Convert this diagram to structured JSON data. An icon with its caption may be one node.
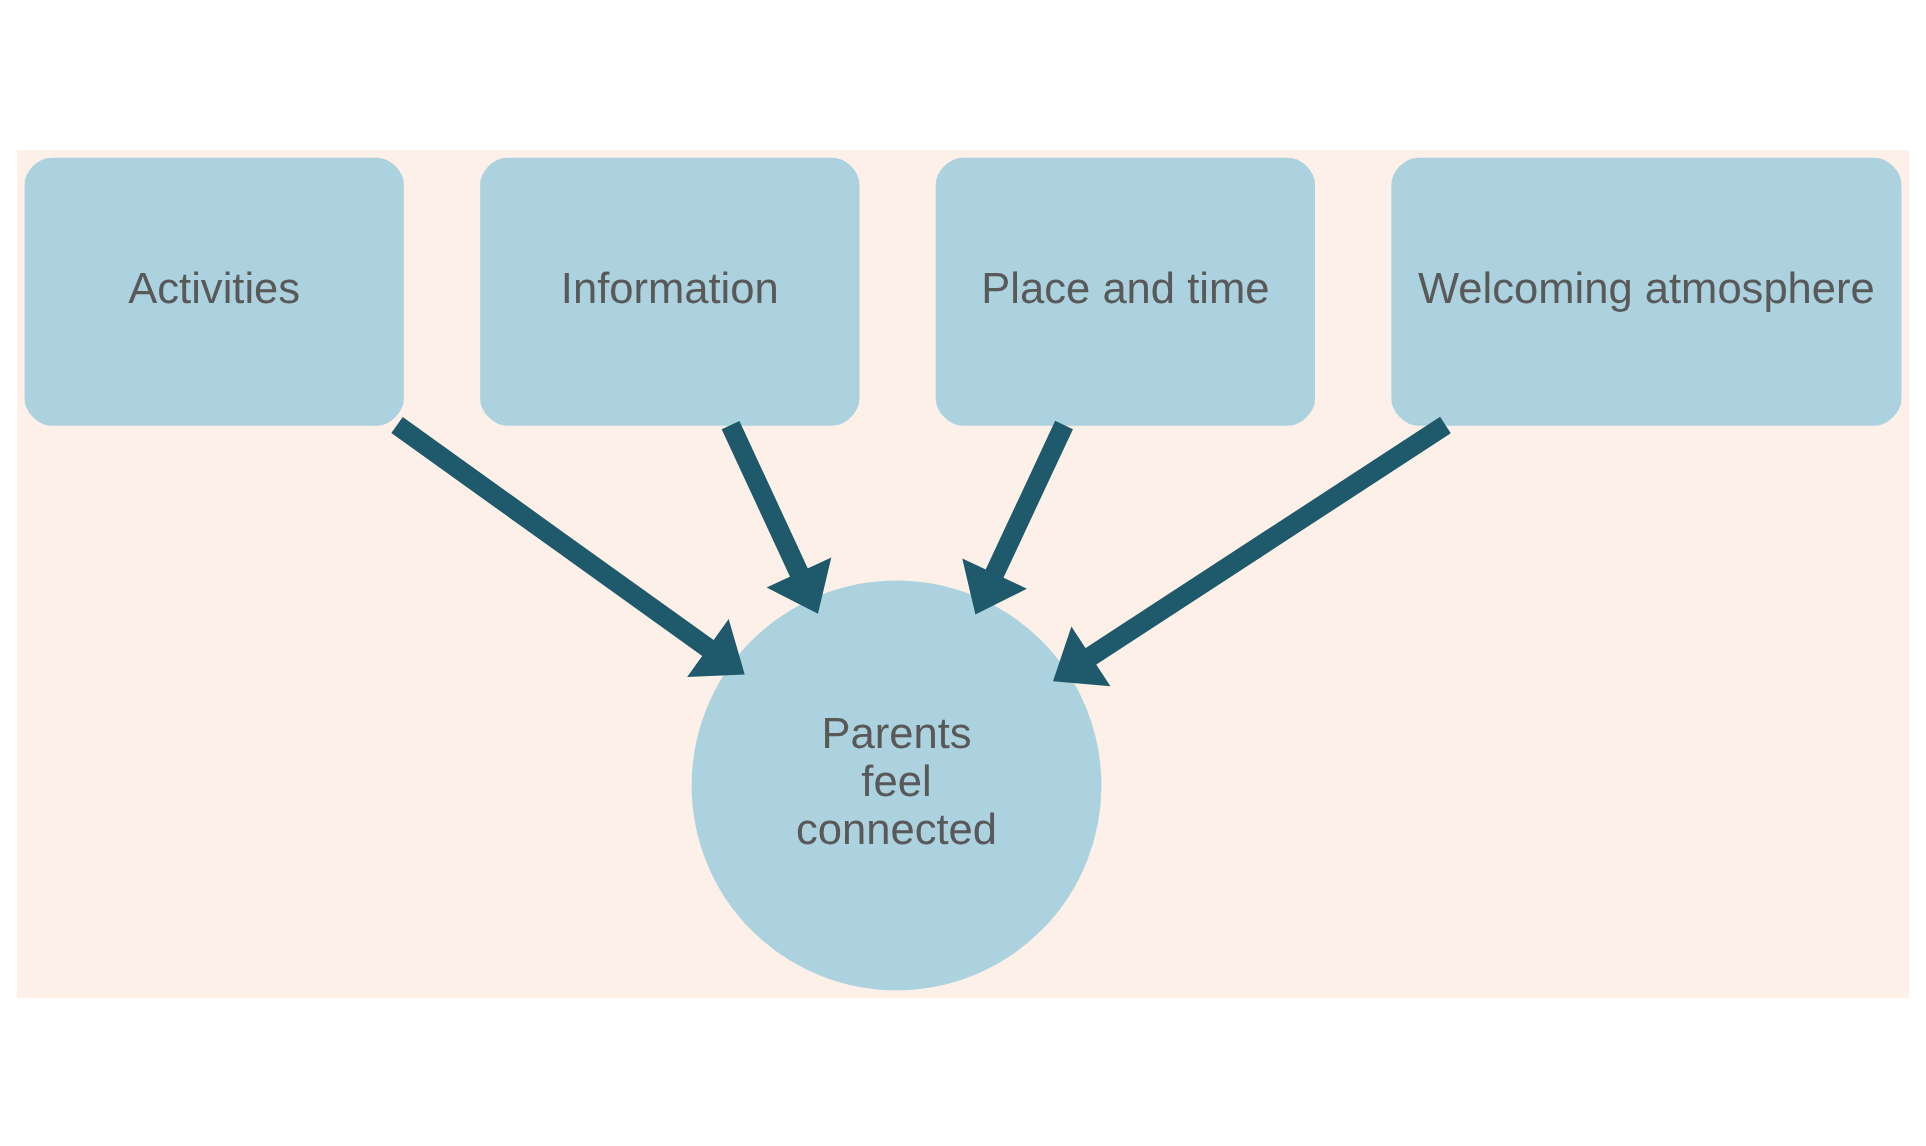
{
  "diagram": {
    "nodes": [
      {
        "text": [
          "Information"
        ]
      },
      {
        "text": [
          "Place and time"
        ]
      },
      {
        "text": [
          "Activities"
        ]
      },
      {
        "text": [
          "Welcoming atmosphere"
        ]
      },
      {
        "text": [
          "Parents feel connected"
        ]
      }
    ],
    "edges": [
      {
        "from": 0,
        "to": 4,
        "arrow": "to"
      },
      {
        "from": 1,
        "to": 4,
        "arrow": "to"
      },
      {
        "from": 2,
        "to": 4,
        "arrow": "to"
      },
      {
        "from": 3,
        "to": 4,
        "arrow": "to"
      }
    ]
  }
}
